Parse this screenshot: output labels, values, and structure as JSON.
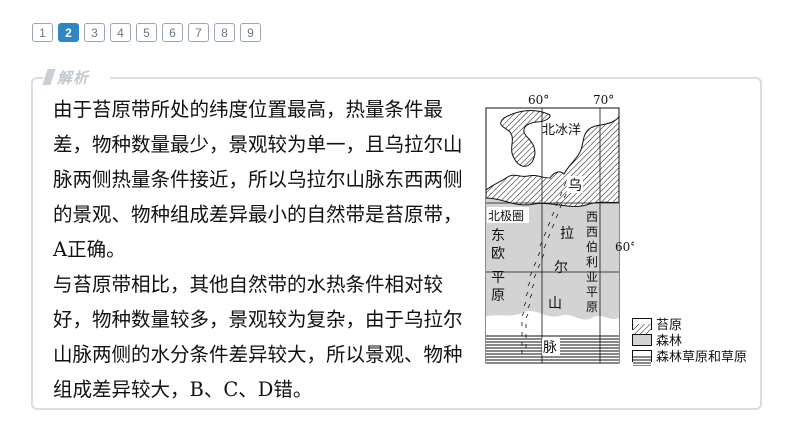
{
  "pager": [
    "1",
    "2",
    "3",
    "4",
    "5",
    "6",
    "7",
    "8",
    "9"
  ],
  "pager_active": 1,
  "section_tag": "解析",
  "paragraphs": {
    "p1": "由于苔原带所处的纬度位置最高，热量条件最差，物种数量最少，景观较为单一，且乌拉尔山脉两侧热量条件接近，所以乌拉尔山脉东西两侧的景观、物种组成差异最小的自然带是苔原带，A正确。",
    "p2": "与苔原带相比，其他自然带的水热条件相对较好，物种数量较多，景观较为复杂，由于乌拉尔山脉两侧的水分条件差异较大，所以景观、物种组成差异较大，B、C、D错。"
  },
  "map": {
    "lon_60": "60°",
    "lon_70": "70°",
    "lat_60": "60°",
    "arctic_ocean": "北冰洋",
    "arctic_circle": "北极圈",
    "east_european_plain": [
      "东",
      "欧",
      "平",
      "原"
    ],
    "ural_mountains": [
      "乌",
      "拉",
      "尔",
      "山",
      "脉"
    ],
    "west_siberian_plain": [
      "西",
      "西",
      "伯",
      "利",
      "亚",
      "平",
      "原"
    ]
  },
  "legend": [
    {
      "label": "苔原",
      "pattern": "hatch"
    },
    {
      "label": "森林",
      "pattern": "gray"
    },
    {
      "label": "森林草原和草原",
      "pattern": "lines"
    }
  ]
}
